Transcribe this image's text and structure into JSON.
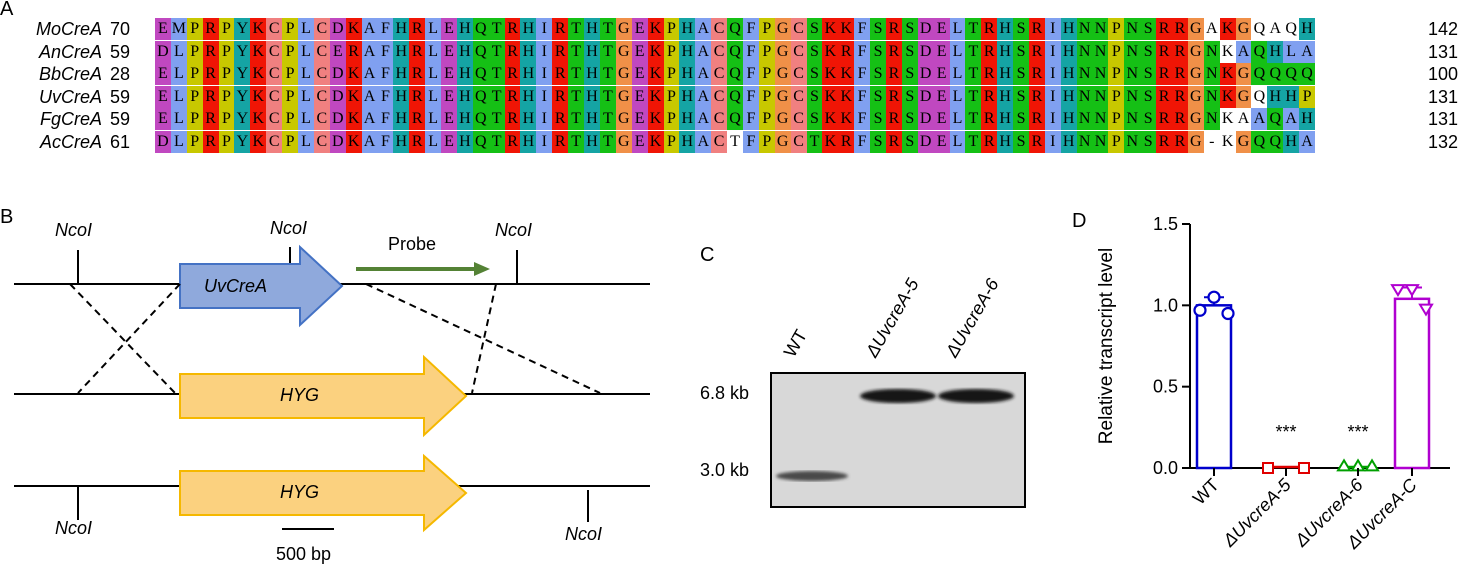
{
  "panelA": {
    "letter": "A",
    "rows": [
      {
        "name": "MoCreA",
        "start": "70",
        "end": "142",
        "seq": "EMPRPYKCPLCDKAFHRLEHQTRHIRTHTGEKPHACQFPGCSKKFSRSDELTRHSRIHNNPNSRRGAKGQAQH"
      },
      {
        "name": "AnCreA",
        "start": "59",
        "end": "131",
        "seq": "DLPRPYKCPLCERAFHRLEHQTRHIRTHTGEKPHACQFPGCSKRFSRSDELTRHSRIHNNPNSRRGNKAQHLA"
      },
      {
        "name": "BbCreA",
        "start": "28",
        "end": "100",
        "seq": "ELPRPYKCPLCDKAFHRLEHQTRHIRTHTGEKPHACQFPGCSKKFSRSDELTRHSRIHNNPNSRRGNKGQQQQ"
      },
      {
        "name": "UvCreA",
        "start": "59",
        "end": "131",
        "seq": "ELPRPYKCPLCDKAFHRLEHQTRHIRTHTGEKPHACQFPGCSKKFSRSDELTRHSRIHNNPNSRRGNKGQHHP"
      },
      {
        "name": "FgCreA",
        "start": "59",
        "end": "131",
        "seq": "ELPRPYKCPLCDKAFHRLEHQTRHIRTHTGEKPHACQFPGCSKKFSRSDELTRHSRIHNNPNSRRGNKAAQAH"
      },
      {
        "name": "AcCreA",
        "start": "61",
        "end": "132",
        "seq": "DLPRPYKCPLCDKAFHRLEHQTRHIRTHTGEKPHACTFPGCTKRFSRSDELTRHSRIHNNPNSRRG-KGQQHA"
      }
    ],
    "colors": {
      "E": "#c048c0",
      "D": "#c048c0",
      "L": "#80a0f0",
      "M": "#80a0f0",
      "I": "#80a0f0",
      "A": "#80a0f0",
      "F": "#80a0f0",
      "P": "#c8c800",
      "R": "#f01505",
      "K": "#f01505",
      "Y": "#15a4a4",
      "H": "#15a4a4",
      "C": "#f08080",
      "Q": "#15c015",
      "S": "#15c015",
      "T": "#15c015",
      "N": "#15c015",
      "G": "#f09048"
    },
    "white_cells": [
      [
        0,
        66
      ],
      [
        0,
        69
      ],
      [
        0,
        70
      ],
      [
        0,
        71
      ],
      [
        1,
        67
      ],
      [
        3,
        69
      ],
      [
        4,
        67
      ],
      [
        4,
        68
      ],
      [
        5,
        36
      ],
      [
        5,
        66
      ],
      [
        5,
        67
      ]
    ]
  },
  "panelB": {
    "letter": "B",
    "labels": {
      "ncoi_1": "NcoI",
      "ncoi_2": "NcoI",
      "ncoi_3": "NcoI",
      "ncoi_4": "NcoI",
      "ncoi_5": "NcoI",
      "uvcrea": "UvCreA",
      "probe": "Probe",
      "hyg_1": "HYG",
      "hyg_2": "HYG",
      "scale": "500 bp"
    },
    "colors": {
      "uvcrea_fill": "#8fa9dc",
      "uvcrea_stroke": "#4472c4",
      "hyg_fill": "#fbd17f",
      "hyg_stroke": "#f5b800",
      "probe": "#548235"
    }
  },
  "panelC": {
    "letter": "C",
    "lanes": [
      "WT",
      "ΔUvcreA-5",
      "ΔUvcreA-6"
    ],
    "markers": [
      "6.8 kb",
      "3.0 kb"
    ]
  },
  "panelD": {
    "letter": "D",
    "chart_data": {
      "type": "bar",
      "ylabel": "Relative transcript level",
      "categories": [
        "WT",
        "ΔUvcreA-5",
        "ΔUvcreA-6",
        "ΔUvcreA-C"
      ],
      "values": [
        1.0,
        0.0,
        0.0,
        1.04
      ],
      "errors": [
        0.05,
        0.0,
        0.0,
        0.07
      ],
      "points": [
        [
          0.97,
          1.05,
          0.95
        ],
        [
          0,
          0,
          0
        ],
        [
          0.01,
          0.01,
          0.01
        ],
        [
          1.1,
          1.1,
          0.98
        ]
      ],
      "colors": [
        "#0000cc",
        "#e00000",
        "#00a000",
        "#b000d0"
      ],
      "annotations": [
        "",
        "***",
        "***",
        ""
      ],
      "ylim": [
        0,
        1.5
      ],
      "yticks": [
        "0.0",
        "0.5",
        "1.0",
        "1.5"
      ]
    }
  }
}
